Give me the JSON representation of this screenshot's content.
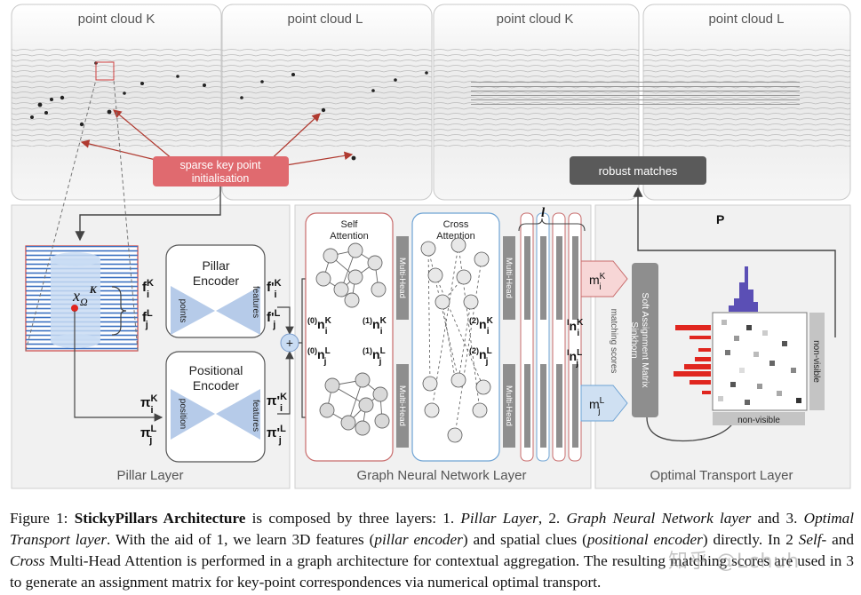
{
  "top_panels": {
    "labels": [
      "point cloud K",
      "point cloud L",
      "point cloud K",
      "point cloud L"
    ],
    "sparse_box": "sparse key point initialisation",
    "robust_box": "robust matches"
  },
  "pillar_layer": {
    "title": "Pillar Layer",
    "x_sym": "x",
    "x_sub": "Ω",
    "x_sup": "K",
    "f_k": "f",
    "f_k_sup": "K",
    "f_k_sub": "i",
    "f_l": "f",
    "f_l_sup": "L",
    "f_l_sub": "j",
    "pi_k": "π",
    "pi_k_sup": "K",
    "pi_k_sub": "i",
    "pi_l": "π",
    "pi_l_sup": "L",
    "pi_l_sub": "j",
    "pillar_encoder": [
      "Pillar",
      "Encoder"
    ],
    "positional_encoder": [
      "Positional",
      "Encoder"
    ],
    "points": "points",
    "position": "position",
    "features": "features",
    "fp_k": "f'",
    "fp_k_sup": "K",
    "fp_k_sub": "i",
    "fp_l": "f'",
    "fp_l_sup": "L",
    "fp_l_sub": "j",
    "pip_k": "π'",
    "pip_k_sup": "K",
    "pip_k_sub": "i",
    "pip_l": "π'",
    "pip_l_sup": "L",
    "pip_l_sub": "j",
    "plus": "+"
  },
  "gnn_layer": {
    "title": "Graph Neural Network Layer",
    "self_attention": [
      "Self",
      "Attention"
    ],
    "cross_attention": [
      "Cross",
      "Attention"
    ],
    "multi_head": "Multi-Head",
    "l_label": "l",
    "n_labels": [
      {
        "pre": "(0)",
        "sup": "K",
        "sub": "i"
      },
      {
        "pre": "(0)",
        "sup": "L",
        "sub": "j"
      },
      {
        "pre": "(1)",
        "sup": "K",
        "sub": "i"
      },
      {
        "pre": "(1)",
        "sup": "L",
        "sub": "j"
      },
      {
        "pre": "(2)",
        "sup": "K",
        "sub": "i"
      },
      {
        "pre": "(2)",
        "sup": "L",
        "sub": "j"
      },
      {
        "pre": "l",
        "sup": "K",
        "sub": "i"
      },
      {
        "pre": "l",
        "sup": "L",
        "sub": "j"
      }
    ],
    "n_sym": "n"
  },
  "ot_layer": {
    "title": "Optimal Transport Layer",
    "m_sym": "m",
    "m_k_sup": "K",
    "m_k_sub": "i",
    "m_l_sup": "L",
    "m_l_sub": "j",
    "matching_scores": "matching scores",
    "sinkhorn": [
      "Soft Assignment Matrix",
      "Sinkhorn"
    ],
    "p_label": "P",
    "non_visible_bottom": "non-visible",
    "non_visible_right": "non-visible"
  },
  "caption": {
    "prefix": "Figure 1: ",
    "bold": "StickyPillars Architecture",
    "t1": " is composed by three layers: 1. ",
    "i1": "Pillar Layer",
    "t2": ", 2. ",
    "i2": "Graph Neural Network layer",
    "t3": " and 3. ",
    "i3": "Optimal Transport layer",
    "t4": ". With the aid of 1, we learn 3D features (",
    "i4": "pillar encoder",
    "t5": ") and spatial clues (",
    "i5": "positional encoder",
    "t6": ") directly. In 2 ",
    "i6": "Self-",
    "t7": " and ",
    "i7": "Cross",
    "t8": " Multi-Head Attention is performed in a graph architecture for contextual aggregation. The resulting matching scores are used in 3 to generate an assignment matrix for key-point correspondences via numerical optimal transport."
  },
  "watermark": "知乎 @Lchuh",
  "colors": {
    "sparse_box": "#e06a6f",
    "robust_box": "#5a5a5a",
    "arrow_red": "#b03a30",
    "self_border": "#c86b6b",
    "cross_border": "#6ea3d4",
    "purple": "#5b4fb5",
    "red": "#e0261f"
  }
}
